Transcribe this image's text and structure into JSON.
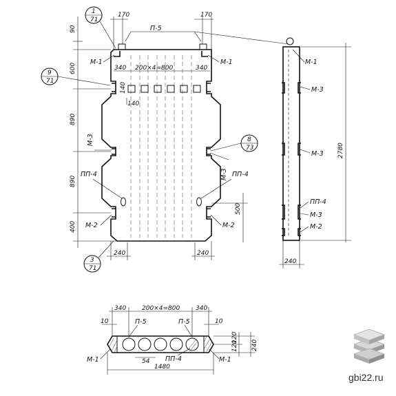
{
  "front_view": {
    "top_dims": {
      "left": "170",
      "right": "170"
    },
    "spacing_dim": "340 200×4=800 340",
    "spacing_left": "340",
    "spacing_mid": "200×4=800",
    "spacing_right": "340",
    "small_dims": {
      "d140a": "140",
      "d140b": "140"
    },
    "left_dims": [
      "90",
      "600",
      "890",
      "890",
      "400"
    ],
    "right_dim": "500",
    "bottom_dims": {
      "left": "240",
      "right": "240"
    },
    "labels": {
      "p5": "П-5",
      "m1_left": "М-1",
      "m1_right": "М-1",
      "m3_left": "М-3",
      "m3_right": "М-3",
      "pp4_left": "ПП-4",
      "pp4_right": "ПП-4",
      "m2_left": "М-2",
      "m2_right": "М-2"
    },
    "bubbles": [
      {
        "top": "1",
        "bottom": "71"
      },
      {
        "top": "9",
        "bottom": "71"
      },
      {
        "top": "8",
        "bottom": "73"
      },
      {
        "top": "3",
        "bottom": "71"
      }
    ]
  },
  "side_view": {
    "height_dim": "2780",
    "width_dim": "240",
    "labels": {
      "m1": "М-1",
      "m3a": "М-3",
      "m3b": "М-3",
      "pp4": "ПП-4",
      "m3c": "М-3",
      "m2": "М-2"
    }
  },
  "plan_view": {
    "top_left": "340",
    "top_mid": "200×4=800",
    "top_right": "340",
    "d10_left": "10",
    "d10_right": "10",
    "p5_left": "П-5",
    "p5_right": "П-5",
    "right_dims": [
      "120",
      "120"
    ],
    "right_total": "240",
    "d54": "54",
    "pp4": "ПП-4",
    "m1_left": "М-1",
    "m1_right": "М-1",
    "bottom": "1480"
  },
  "watermark": {
    "site": "gbi22.ru"
  }
}
